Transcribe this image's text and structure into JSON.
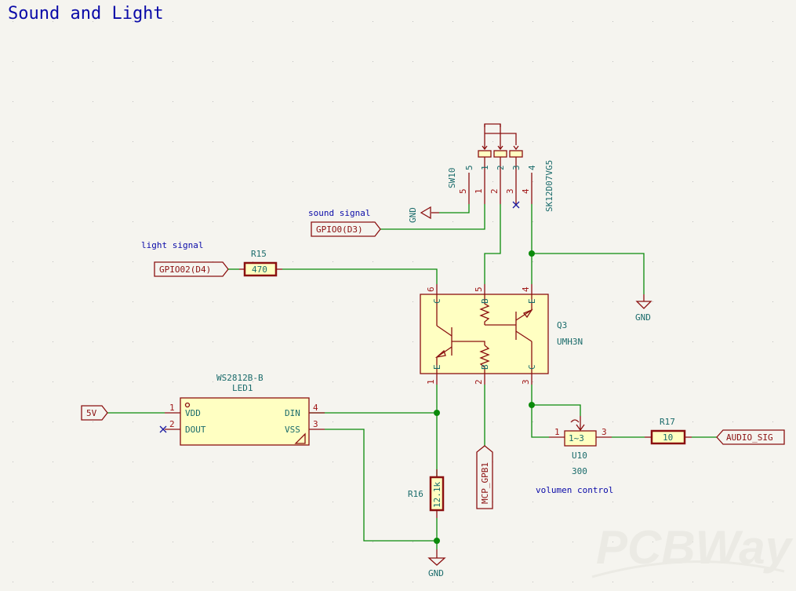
{
  "title": "Sound and Light",
  "watermark": "PCBWay",
  "notes": {
    "sound_signal": "sound signal",
    "light_signal": "light signal",
    "volume_control": "volumen control"
  },
  "net_labels": {
    "gpio0": "GPIO0(D3)",
    "gpio02": "GPIO02(D4)",
    "v5": "5V",
    "mcp": "MCP_GPB1",
    "audio": "AUDIO_SIG"
  },
  "power": {
    "gnd1": "GND",
    "gnd2": "GND",
    "gnd3": "GND"
  },
  "components": {
    "sw10": {
      "ref": "SW10",
      "value": "SK12D07VG5",
      "pins_outer": [
        "5",
        "1",
        "2",
        "3",
        "4"
      ],
      "pins_inner": [
        "5",
        "1",
        "2",
        "3",
        "4"
      ]
    },
    "r15": {
      "ref": "R15",
      "value": "470"
    },
    "r16": {
      "ref": "R16",
      "value": "12.1k"
    },
    "r17": {
      "ref": "R17",
      "value": "10"
    },
    "q3": {
      "ref": "Q3",
      "value": "UMH3N",
      "pins_top": [
        "6",
        "5",
        "4"
      ],
      "pins_bottom": [
        "1",
        "2",
        "3"
      ],
      "labels_top": [
        "C",
        "B",
        "E"
      ],
      "labels_bottom": [
        "E",
        "B",
        "C"
      ]
    },
    "led1": {
      "ref": "LED1",
      "value": "WS2812B-B",
      "pin_vdd": "VDD",
      "pin_dout": "DOUT",
      "pin_din": "DIN",
      "pin_vss": "VSS",
      "num_vdd": "1",
      "num_dout": "2",
      "num_din": "4",
      "num_vss": "3"
    },
    "u10": {
      "ref": "U10",
      "value": "300",
      "body": "1~3",
      "pin1": "1",
      "pin3": "3"
    }
  }
}
